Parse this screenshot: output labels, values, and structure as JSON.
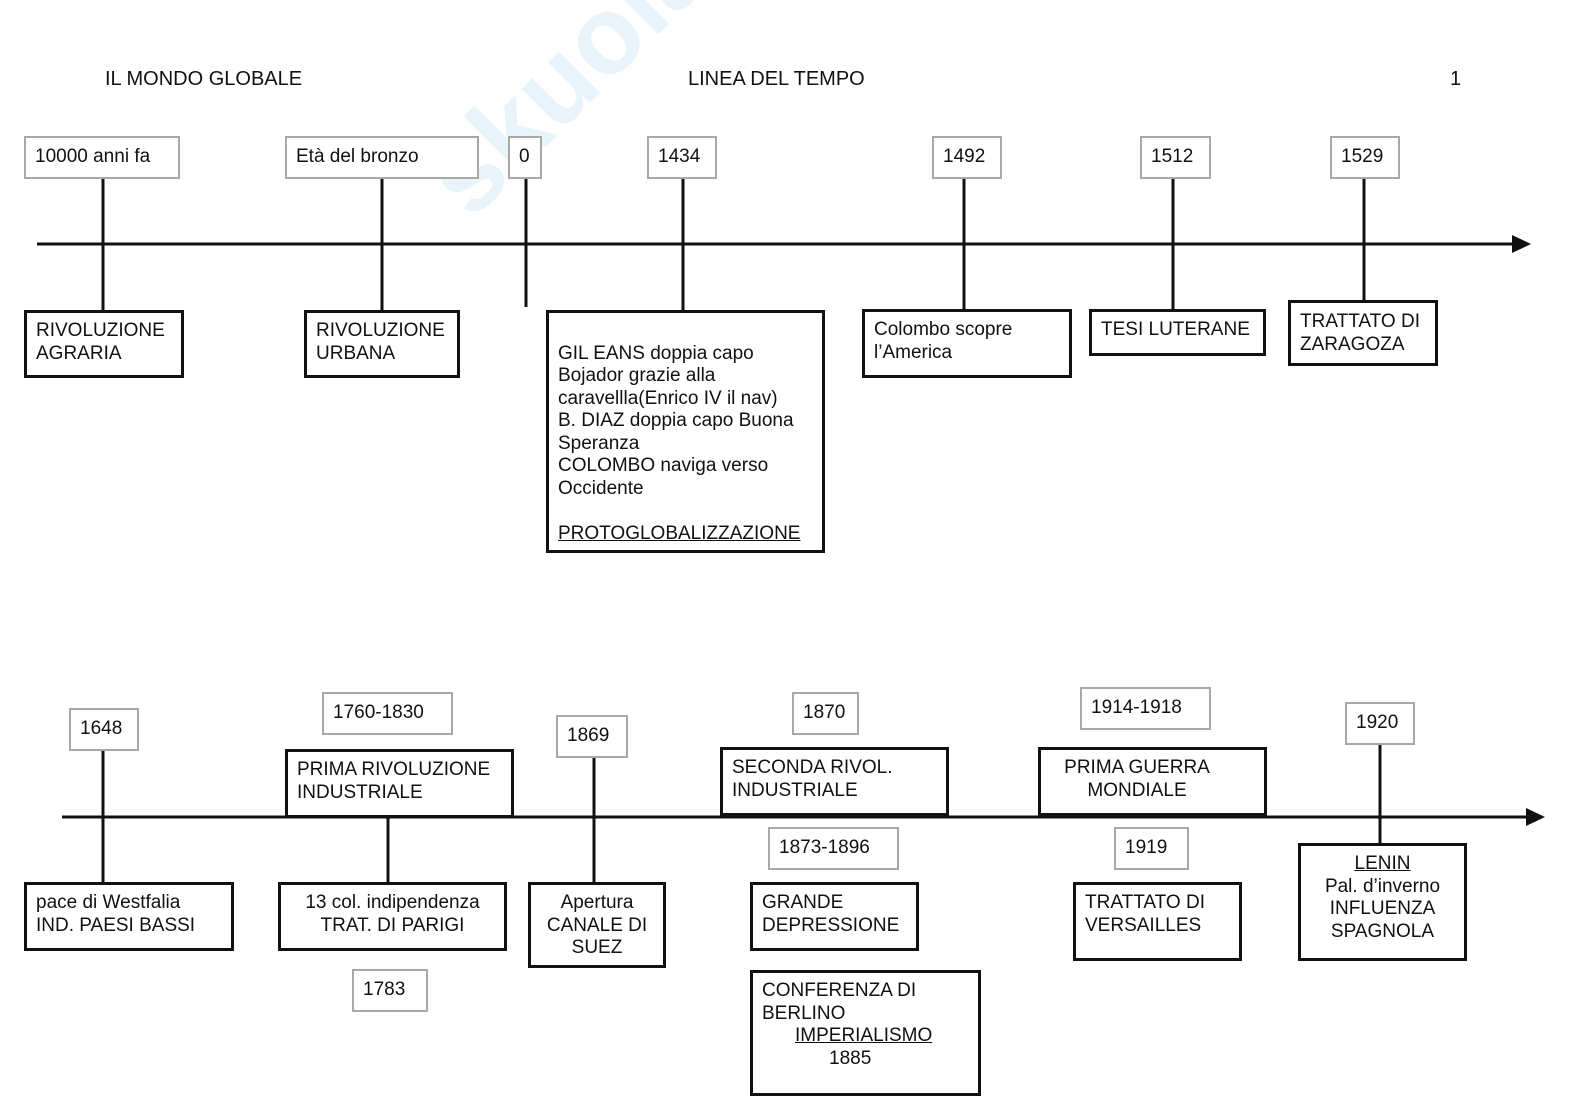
{
  "header": {
    "left": "IL MONDO GLOBALE",
    "center": "LINEA DEL TEMPO",
    "page_number": "1"
  },
  "watermark": "skuola.net il paradiso dello studente",
  "top": {
    "dates": [
      "10000 anni fa",
      "Età del bronzo",
      "0",
      "1434",
      "1492",
      "1512",
      "1529"
    ],
    "events": {
      "agraria": "RIVOLUZIONE\nAGRARIA",
      "urbana": "RIVOLUZIONE\nURBANA",
      "gil": "GIL EANS doppia capo\nBojador grazie alla\ncaravellla(Enrico IV il nav)\nB. DIAZ doppia capo Buona\nSperanza\nCOLOMBO naviga verso\nOccidente",
      "gil_title": "PROTOGLOBALIZZAZIONE",
      "colombo": "Colombo scopre\nl’America",
      "tesi": "TESI LUTERANE",
      "zaragoza": "TRATTATO DI\nZARAGOZA"
    }
  },
  "bottom": {
    "dates": [
      "1648",
      "1760-1830",
      "1783",
      "1869",
      "1870",
      "1873-1896",
      "1914-1918",
      "1919",
      "1920"
    ],
    "events": {
      "westfalia": "pace di Westfalia\nIND. PAESI BASSI",
      "prima_riv": "PRIMA RIVOLUZIONE\nINDUSTRIALE",
      "indip": "13 col. indipendenza\nTRAT. DI PARIGI",
      "suez": "Apertura\nCANALE DI\nSUEZ",
      "seconda_riv": "SECONDA RIVOL.\n INDUSTRIALE",
      "depressione": "GRANDE\nDEPRESSIONE",
      "berlino": "CONFERENZA DI\nBERLINO",
      "berlino_title": "IMPERIALISMO",
      "berlino_year": "1885",
      "guerra": "PRIMA GUERRA\nMONDIALE",
      "versailles": "TRATTATO DI\nVERSAILLES",
      "lenin_title": "LENIN",
      "lenin": "Pal. d’inverno\nINFLUENZA\nSPAGNOLA"
    }
  }
}
